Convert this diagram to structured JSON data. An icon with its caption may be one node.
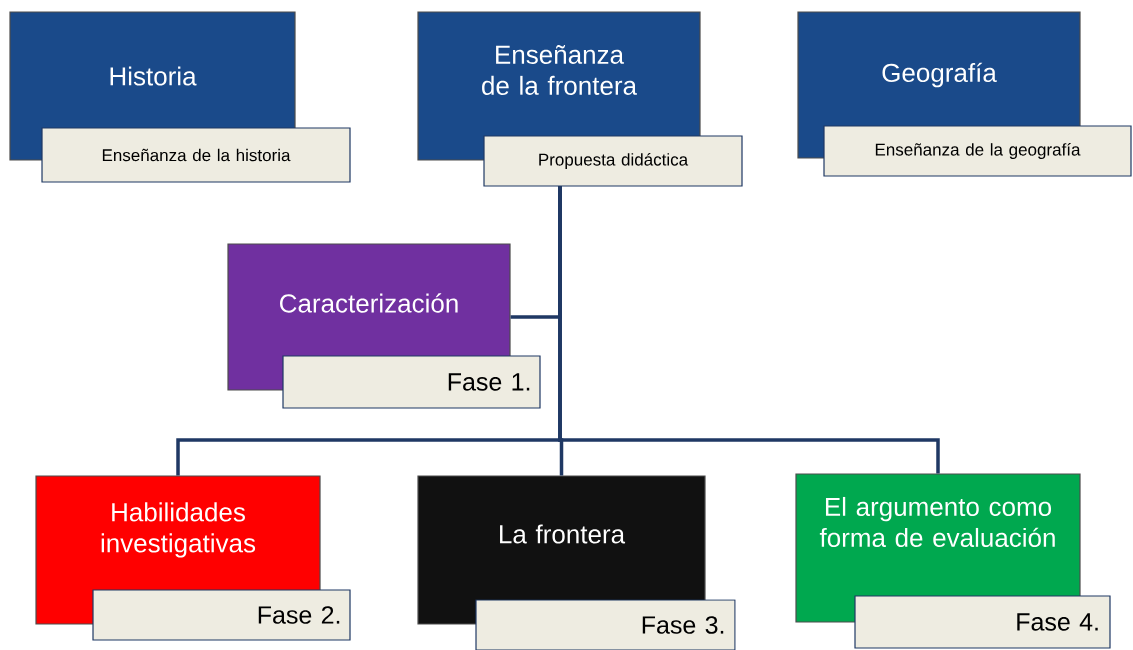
{
  "diagram": {
    "nodes": [
      {
        "text": [
          "Historia"
        ]
      },
      {
        "text": [
          "Enseñanza de la historia"
        ]
      },
      {
        "text": [
          "Enseñanza de la frontera"
        ]
      },
      {
        "text": [
          "Propuesta didáctica"
        ]
      },
      {
        "text": [
          "Geografía"
        ]
      },
      {
        "text": [
          "Enseñanza de la geografía"
        ]
      },
      {
        "text": [
          "Caracterización"
        ]
      },
      {
        "text": [
          "Fase 1."
        ]
      },
      {
        "text": [
          "Habilidades investigativas"
        ]
      },
      {
        "text": [
          "Fase 2."
        ]
      },
      {
        "text": [
          "La frontera"
        ]
      },
      {
        "text": [
          "Fase 3."
        ]
      },
      {
        "text": [
          "El argumento como forma de evaluación"
        ]
      },
      {
        "text": [
          "Fase 4."
        ]
      }
    ],
    "edges": [
      {
        "from": 3,
        "to": 6,
        "arrow": "none"
      },
      {
        "from": 3,
        "to": 8,
        "arrow": "none"
      },
      {
        "from": 3,
        "to": 10,
        "arrow": "none"
      },
      {
        "from": 3,
        "to": 12,
        "arrow": "none"
      }
    ]
  }
}
